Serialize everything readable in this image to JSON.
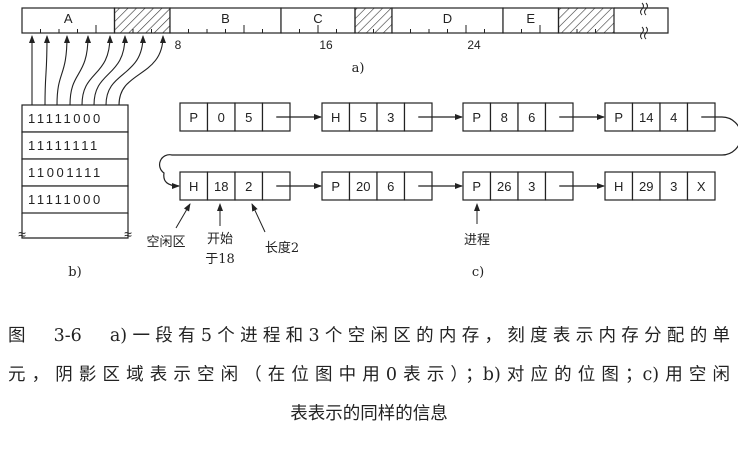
{
  "memory": {
    "segments": [
      {
        "label": "A",
        "start": 0,
        "len": 5,
        "free": false
      },
      {
        "label": "",
        "start": 5,
        "len": 3,
        "free": true
      },
      {
        "label": "B",
        "start": 8,
        "len": 6,
        "free": false
      },
      {
        "label": "C",
        "start": 14,
        "len": 4,
        "free": false
      },
      {
        "label": "",
        "start": 18,
        "len": 2,
        "free": true
      },
      {
        "label": "D",
        "start": 20,
        "len": 6,
        "free": false
      },
      {
        "label": "E",
        "start": 26,
        "len": 3,
        "free": false
      },
      {
        "label": "",
        "start": 29,
        "len": 3,
        "free": true
      }
    ],
    "tick_labels": [
      "8",
      "16",
      "24"
    ],
    "part_label": "a)"
  },
  "bitmap": {
    "rows": [
      "11111000",
      "11111111",
      "11001111",
      "11111000"
    ],
    "part_label": "b)"
  },
  "list": {
    "nodes": [
      {
        "type": "P",
        "start": "0",
        "len": "5",
        "next": ""
      },
      {
        "type": "H",
        "start": "5",
        "len": "3",
        "next": ""
      },
      {
        "type": "P",
        "start": "8",
        "len": "6",
        "next": ""
      },
      {
        "type": "P",
        "start": "14",
        "len": "4",
        "next": ""
      },
      {
        "type": "H",
        "start": "18",
        "len": "2",
        "next": ""
      },
      {
        "type": "P",
        "start": "20",
        "len": "6",
        "next": ""
      },
      {
        "type": "P",
        "start": "26",
        "len": "3",
        "next": ""
      },
      {
        "type": "H",
        "start": "29",
        "len": "3",
        "next": "X"
      }
    ],
    "annotations": {
      "hole": "空闲区",
      "starts_line1": "开始",
      "starts_line2": "于18",
      "length": "长度2",
      "process": "进程"
    },
    "part_label": "c)"
  },
  "caption": {
    "line1": "图　3-6　a)一段有5个进程和3个空闲区的内存，刻度表示内存分配的单",
    "line2": "元，阴影区域表示空闲（在位图中用0表示）；b)对应的位图；c)用空闲",
    "line3": "表表示的同样的信息"
  }
}
